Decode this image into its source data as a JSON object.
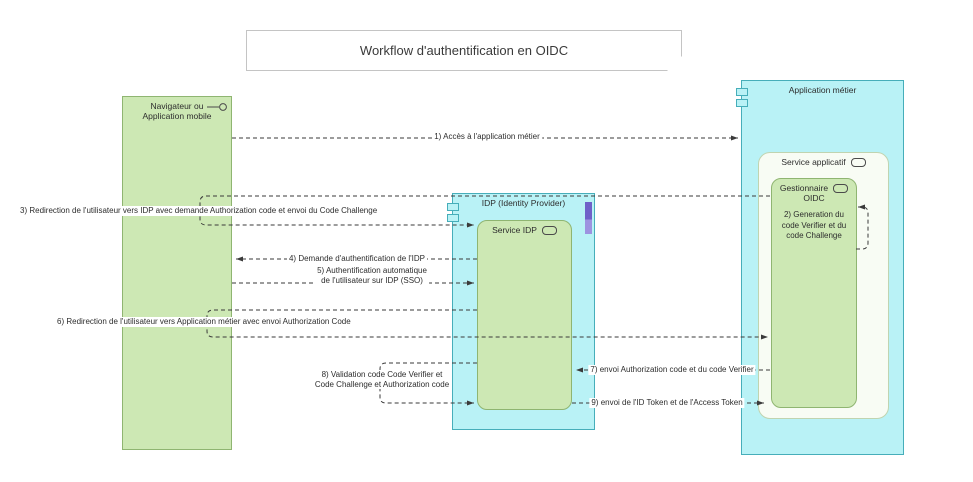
{
  "title": "Workflow d'authentification en OIDC",
  "colors": {
    "green_fill": "#cde8b4",
    "green_border": "#8fb571",
    "cyan_fill": "#b9f2f6",
    "cyan_border": "#46aeba",
    "inner_fill": "#f8fcf4",
    "inner_border": "#c0d4b0",
    "purple": "#6f61c8",
    "purple_light": "#9d93e0",
    "line": "#3a3a3a",
    "text": "#2d2d2d",
    "note_border": "#c4c4c4"
  },
  "nodes": {
    "navigateur": {
      "label": "Navigateur ou\nApplication mobile"
    },
    "idp": {
      "label": "IDP (Identity Provider)"
    },
    "service_idp": {
      "label": "Service IDP"
    },
    "application_metier": {
      "label": "Application métier"
    },
    "service_applicatif": {
      "label": "Service applicatif"
    },
    "gestionnaire_oidc": {
      "label_line1": "Gestionnaire",
      "label_line2": "OIDC",
      "note": "2) Generation du code Verifier et du code Challenge"
    }
  },
  "flows": {
    "f1": "1) Accès à l'application métier",
    "f3": "3) Redirection de l'utilisateur vers IDP avec demande Authorization code et envoi du Code Challenge",
    "f4": "4) Demande d'authentification de l'IDP",
    "f5": "5) Authentification automatique\nde l'utilisateur sur IDP (SSO)",
    "f6": "6) Redirection de l'utilisateur vers Application métier avec envoi Authorization Code",
    "f7": "7) envoi Authorization code et du code Verifier",
    "f8": "8) Validation code Code Verifier et\nCode Challenge et Authorization code",
    "f9": "9) envoi de l'ID Token et de l'Access Token"
  }
}
